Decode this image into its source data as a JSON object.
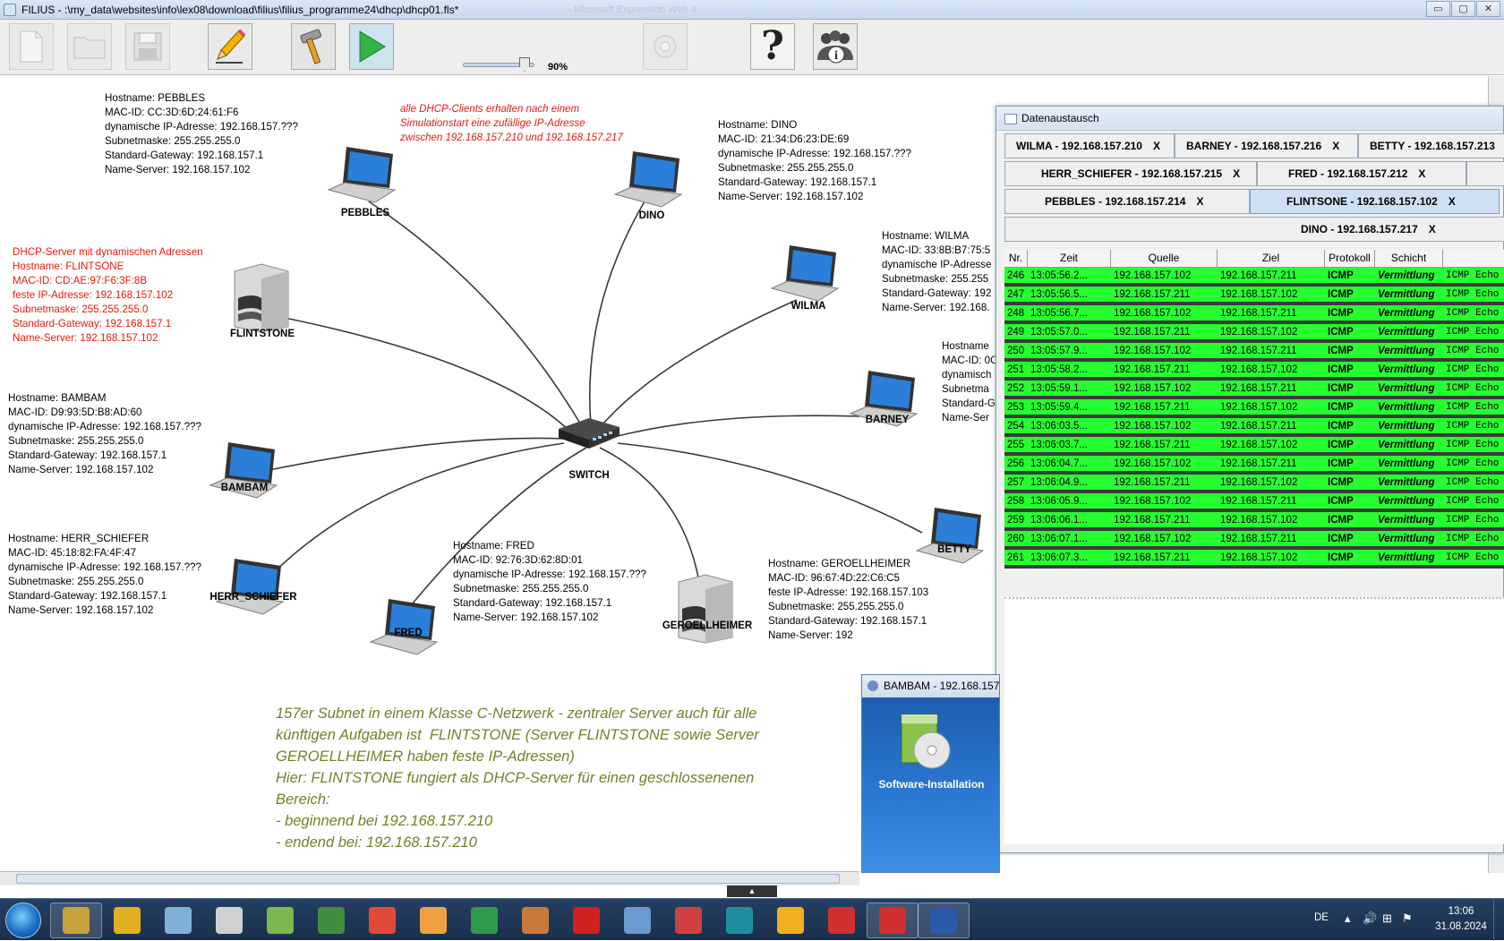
{
  "window": {
    "title": "FILIUS - :\\my_data\\websites\\info\\lex08\\download\\filius\\filius_programme24\\dhcp\\dhcp01.fls*",
    "ghost_title": "... - Microsoft Expression Web 4",
    "buttons": [
      "▭",
      "▢",
      "✕"
    ]
  },
  "toolbar": {
    "speed": "90%",
    "speed_fraction": 0.85,
    "buttons": [
      "new-file-icon",
      "open-file-icon",
      "save-icon",
      "edit-mode-pencil-icon",
      "design-mode-hammer-icon",
      "simulation-play-icon",
      "settings-icon",
      "help-icon",
      "info-icon"
    ],
    "help_glyph": "?"
  },
  "annotation": {
    "dhcp_note": "alle DHCP-Clients erhalten nach einem\nSimulationstart eine zufällige IP-Adresse\nzwischen 192.168.157.210 und 192.168.157.217",
    "description": "157er Subnet in einem Klasse C-Netzwerk - zentraler Server auch für alle\nkünftigen Aufgaben ist  FLINTSTONE (Server FLINTSTONE sowie Server\nGEROELLHEIMER haben feste IP-Adressen)\nHier: FLINTSTONE fungiert als DHCP-Server für einen geschlossenenen\nBereich:\n- beginnend bei 192.168.157.210\n- endend bei: 192.168.157.210"
  },
  "nodes": {
    "pebbles": {
      "name": "PEBBLES",
      "info": "Hostname: PEBBLES\nMAC-ID: CC:3D:6D:24:61:F6\ndynamische IP-Adresse: 192.168.157.???\nSubnetmaske: 255.255.255.0\nStandard-Gateway: 192.168.157.1\nName-Server: 192.168.157.102"
    },
    "dino": {
      "name": "DINO",
      "info": "Hostname: DINO\nMAC-ID: 21:34:D6:23:DE:69\ndynamische IP-Adresse: 192.168.157.???\nSubnetmaske: 255.255.255.0\nStandard-Gateway: 192.168.157.1\nName-Server: 192.168.157.102"
    },
    "wilma": {
      "name": "WILMA",
      "info": "Hostname: WILMA\nMAC-ID: 33:8B:B7:75:5\ndynamische IP-Adresse\nSubnetmaske: 255.255\nStandard-Gateway: 192\nName-Server: 192.168."
    },
    "flintstone": {
      "name": "FLINTSTONE",
      "info": "DHCP-Server mit dynamischen Adressen\nHostname: FLINTSONE\nMAC-ID: CD:AE:97:F6:3F:8B\nfeste IP-Adresse: 192.168.157.102\nSubnetmaske: 255.255.255.0\nStandard-Gateway: 192.168.157.1\nName-Server: 192.168.157.102"
    },
    "barney": {
      "name": "BARNEY",
      "info": "Hostname\nMAC-ID: 0C\ndynamisch\nSubnetma\nStandard-G\nName-Ser"
    },
    "bambam": {
      "name": "BAMBAM",
      "info": "Hostname: BAMBAM\nMAC-ID: D9:93:5D:B8:AD:60\ndynamische IP-Adresse: 192.168.157.???\nSubnetmaske: 255.255.255.0\nStandard-Gateway: 192.168.157.1\nName-Server: 192.168.157.102"
    },
    "herr_schiefer": {
      "name": "HERR_SCHIEFER",
      "info": "Hostname: HERR_SCHIEFER\nMAC-ID: 45:18:82:FA:4F:47\ndynamische IP-Adresse: 192.168.157.???\nSubnetmaske: 255.255.255.0\nStandard-Gateway: 192.168.157.1\nName-Server: 192.168.157.102"
    },
    "fred": {
      "name": "FRED",
      "info": "Hostname: FRED\nMAC-ID: 92:76:3D:62:8D:01\ndynamische IP-Adresse: 192.168.157.???\nSubnetmaske: 255.255.255.0\nStandard-Gateway: 192.168.157.1\nName-Server: 192.168.157.102"
    },
    "geroellheimer": {
      "name": "GEROELLHEIMER",
      "info": "Hostname: GEROELLHEIMER\nMAC-ID: 96:67:4D:22:C6:C5\nfeste IP-Adresse: 192.168.157.103\nSubnetmaske: 255.255.255.0\nStandard-Gateway: 192.168.157.1\nName-Server: 192"
    },
    "betty": {
      "name": "BETTY",
      "info": ""
    },
    "switch": {
      "name": "SWITCH"
    }
  },
  "datenaustausch": {
    "title": "Datenaustausch",
    "tabs_row1": [
      "WILMA - 192.168.157.210",
      "BARNEY - 192.168.157.216",
      "BETTY - 192.168.157.213"
    ],
    "tabs_row2": [
      "HERR_SCHIEFER - 192.168.157.215",
      "FRED - 192.168.157.212"
    ],
    "tabs_row3": [
      "PEBBLES - 192.168.157.214",
      "FLINTSONE - 192.168.157.102"
    ],
    "tabs_row4": [
      "DINO - 192.168.157.217"
    ],
    "close": "X",
    "columns": [
      "Nr.",
      "Zeit",
      "Quelle",
      "Ziel",
      "Protokoll",
      "Schicht",
      ""
    ],
    "rows": [
      [
        "246",
        "13:05:56.2...",
        "192.168.157.102",
        "192.168.157.211",
        "ICMP",
        "Vermittlung",
        "ICMP Echo Req"
      ],
      [
        "247",
        "13:05:56.5...",
        "192.168.157.211",
        "192.168.157.102",
        "ICMP",
        "Vermittlung",
        "ICMP Echo Rep"
      ],
      [
        "248",
        "13:05:56.7...",
        "192.168.157.102",
        "192.168.157.211",
        "ICMP",
        "Vermittlung",
        "ICMP Echo Req"
      ],
      [
        "249",
        "13:05:57.0...",
        "192.168.157.211",
        "192.168.157.102",
        "ICMP",
        "Vermittlung",
        "ICMP Echo Rep"
      ],
      [
        "250",
        "13:05:57.9...",
        "192.168.157.102",
        "192.168.157.211",
        "ICMP",
        "Vermittlung",
        "ICMP Echo Req"
      ],
      [
        "251",
        "13:05:58.2...",
        "192.168.157.211",
        "192.168.157.102",
        "ICMP",
        "Vermittlung",
        "ICMP Echo Rep"
      ],
      [
        "252",
        "13:05:59.1...",
        "192.168.157.102",
        "192.168.157.211",
        "ICMP",
        "Vermittlung",
        "ICMP Echo Req"
      ],
      [
        "253",
        "13:05:59.4...",
        "192.168.157.211",
        "192.168.157.102",
        "ICMP",
        "Vermittlung",
        "ICMP Echo Rep"
      ],
      [
        "254",
        "13:06:03.5...",
        "192.168.157.102",
        "192.168.157.211",
        "ICMP",
        "Vermittlung",
        "ICMP Echo Req"
      ],
      [
        "255",
        "13:06:03.7...",
        "192.168.157.211",
        "192.168.157.102",
        "ICMP",
        "Vermittlung",
        "ICMP Echo Rep"
      ],
      [
        "256",
        "13:06:04.7...",
        "192.168.157.102",
        "192.168.157.211",
        "ICMP",
        "Vermittlung",
        "ICMP Echo Req"
      ],
      [
        "257",
        "13:06:04.9...",
        "192.168.157.211",
        "192.168.157.102",
        "ICMP",
        "Vermittlung",
        "ICMP Echo Rep"
      ],
      [
        "258",
        "13:06:05.9...",
        "192.168.157.102",
        "192.168.157.211",
        "ICMP",
        "Vermittlung",
        "ICMP Echo Req"
      ],
      [
        "259",
        "13:06:06.1...",
        "192.168.157.211",
        "192.168.157.102",
        "ICMP",
        "Vermittlung",
        "ICMP Echo Rep"
      ],
      [
        "260",
        "13:06:07.1...",
        "192.168.157.102",
        "192.168.157.211",
        "ICMP",
        "Vermittlung",
        "ICMP Echo Req"
      ],
      [
        "261",
        "13:06:07.3...",
        "192.168.157.211",
        "192.168.157.102",
        "ICMP",
        "Vermittlung",
        "ICMP Echo Rep"
      ]
    ],
    "row_color": "#25ff2f"
  },
  "bambam_window": {
    "title": "BAMBAM - 192.168.157",
    "app_label": "Software-Installation"
  },
  "taskbar": {
    "apps": [
      "file-explorer-icon",
      "gear-app-icon",
      "notepad-icon",
      "calculator-icon",
      "filius-icon",
      "globe-icon",
      "chrome-icon",
      "media-player-icon",
      "puzzle-icon",
      "paint-icon",
      "p-app-icon",
      "shell-icon",
      "toolbox-icon",
      "arduino-icon",
      "yellow-app-icon",
      "red-app-icon",
      "filius-active-icon",
      "word-icon"
    ],
    "lang": "DE",
    "time": "13:06",
    "date": "31.08.2024"
  }
}
